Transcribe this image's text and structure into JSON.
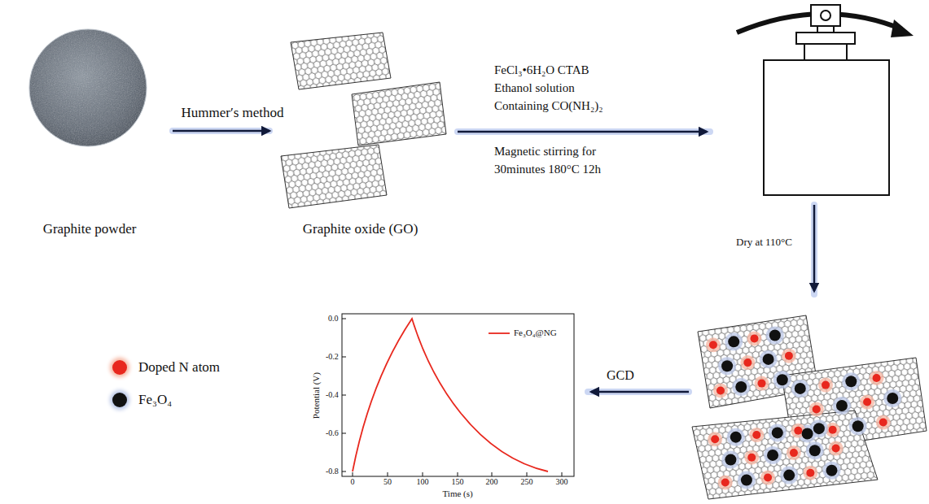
{
  "diagram": {
    "nodes": [
      {
        "text": [
          "Graphite powder"
        ]
      },
      {
        "text": [
          "Graphite oxide (GO)"
        ]
      }
    ],
    "edges": [
      {
        "from": 0,
        "to": 1,
        "label": "Hummer′s method",
        "arrow": "to"
      }
    ],
    "labels": [
      "FeCl₃•6H₂O CTAB",
      "Ethanol solution",
      "Containing CO(NH₂)₂",
      "Magnetic stirring for",
      "30minutes 180°C 12h",
      "Dry at 110°C",
      "GCD",
      "Fe₃O₄@NG",
      "0.0",
      "-0.2",
      "-0.4",
      "-0.6",
      "-0.8",
      "0",
      "50",
      "100",
      "150",
      "200",
      "250",
      "300",
      "Potential (V)",
      "Time (s)"
    ],
    "legend": [
      {
        "text": "Doped N atom",
        "color": "#e8281e"
      },
      {
        "text": "Fe₃O₄",
        "color": "#111111"
      }
    ]
  }
}
